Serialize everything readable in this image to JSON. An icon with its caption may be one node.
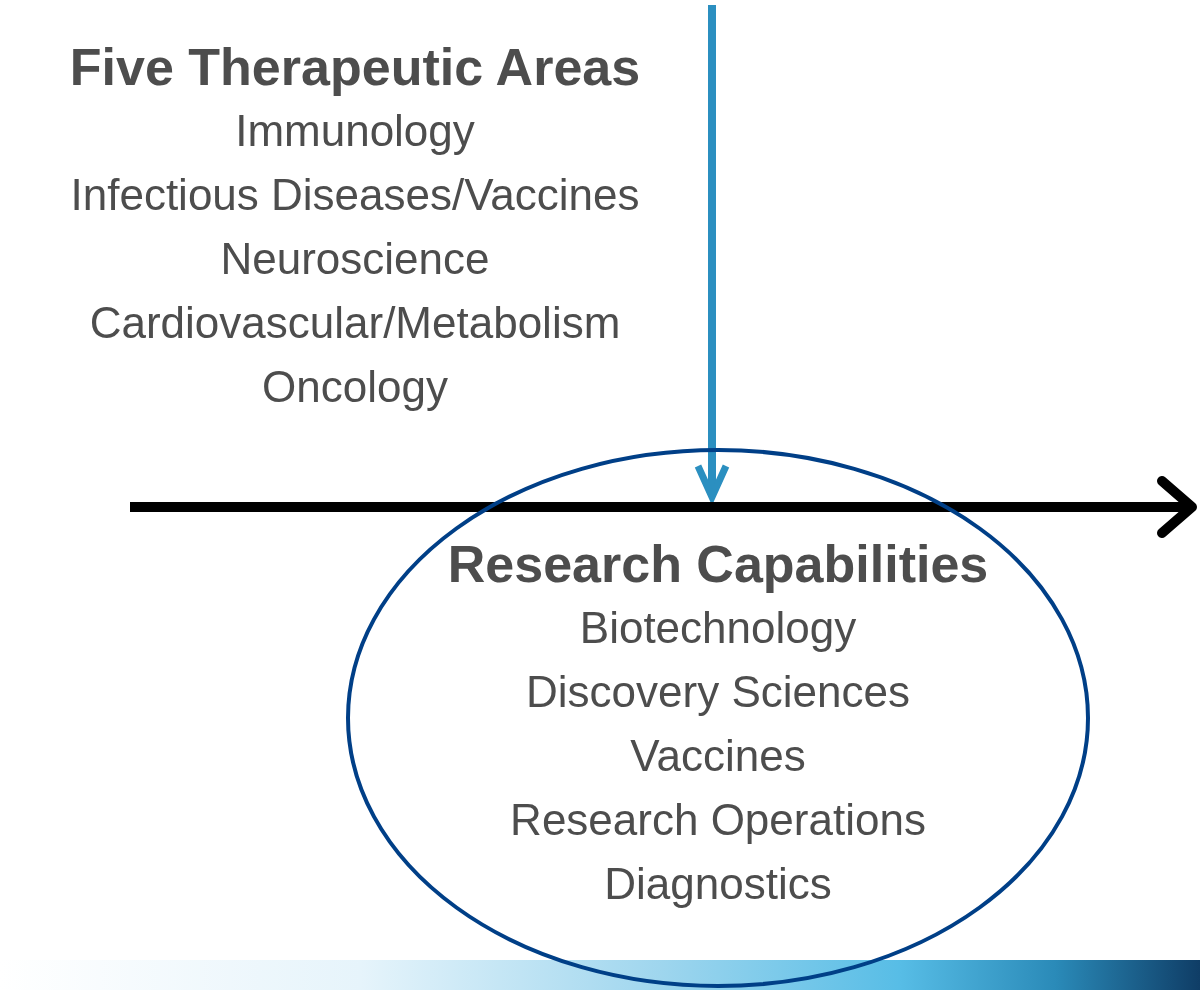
{
  "diagram": {
    "nodes": [
      {
        "text": [
          "Research Capabilities",
          "Biotechnology",
          "Discovery Sciences",
          "Vaccines",
          "Research Operations",
          "Diagnostics"
        ]
      }
    ],
    "labels": [
      "Five Therapeutic Areas",
      "Immunology",
      "Infectious Diseases/Vaccines",
      "Neuroscience",
      "Cardiovascular/Metabolism",
      "Oncology"
    ]
  }
}
